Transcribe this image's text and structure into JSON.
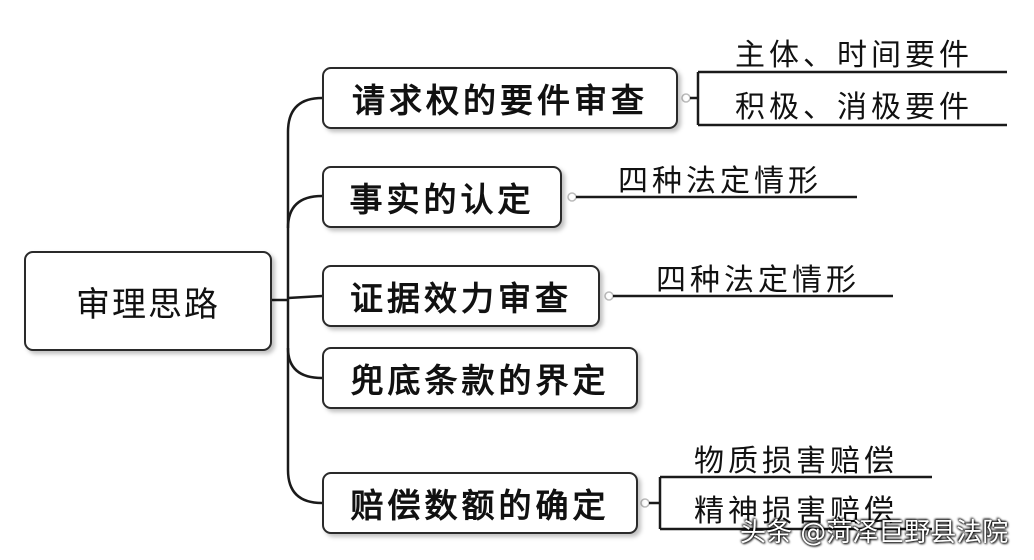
{
  "root": {
    "label": "审理思路"
  },
  "branches": [
    {
      "label": "请求权的要件审查",
      "leaves": [
        "主体、时间要件",
        "积极、消极要件"
      ]
    },
    {
      "label": "事实的认定",
      "leaves": [
        "四种法定情形"
      ]
    },
    {
      "label": "证据效力审查",
      "leaves": [
        "四种法定情形"
      ]
    },
    {
      "label": "兜底条款的界定",
      "leaves": []
    },
    {
      "label": "赔偿数额的确定",
      "leaves": [
        "物质损害赔偿",
        "精神损害赔偿"
      ]
    }
  ],
  "watermark": "头条 @菏泽巨野县法院",
  "colors": {
    "line": "#1a1a1a",
    "border": "#2a2a2a",
    "background": "#ffffff"
  }
}
